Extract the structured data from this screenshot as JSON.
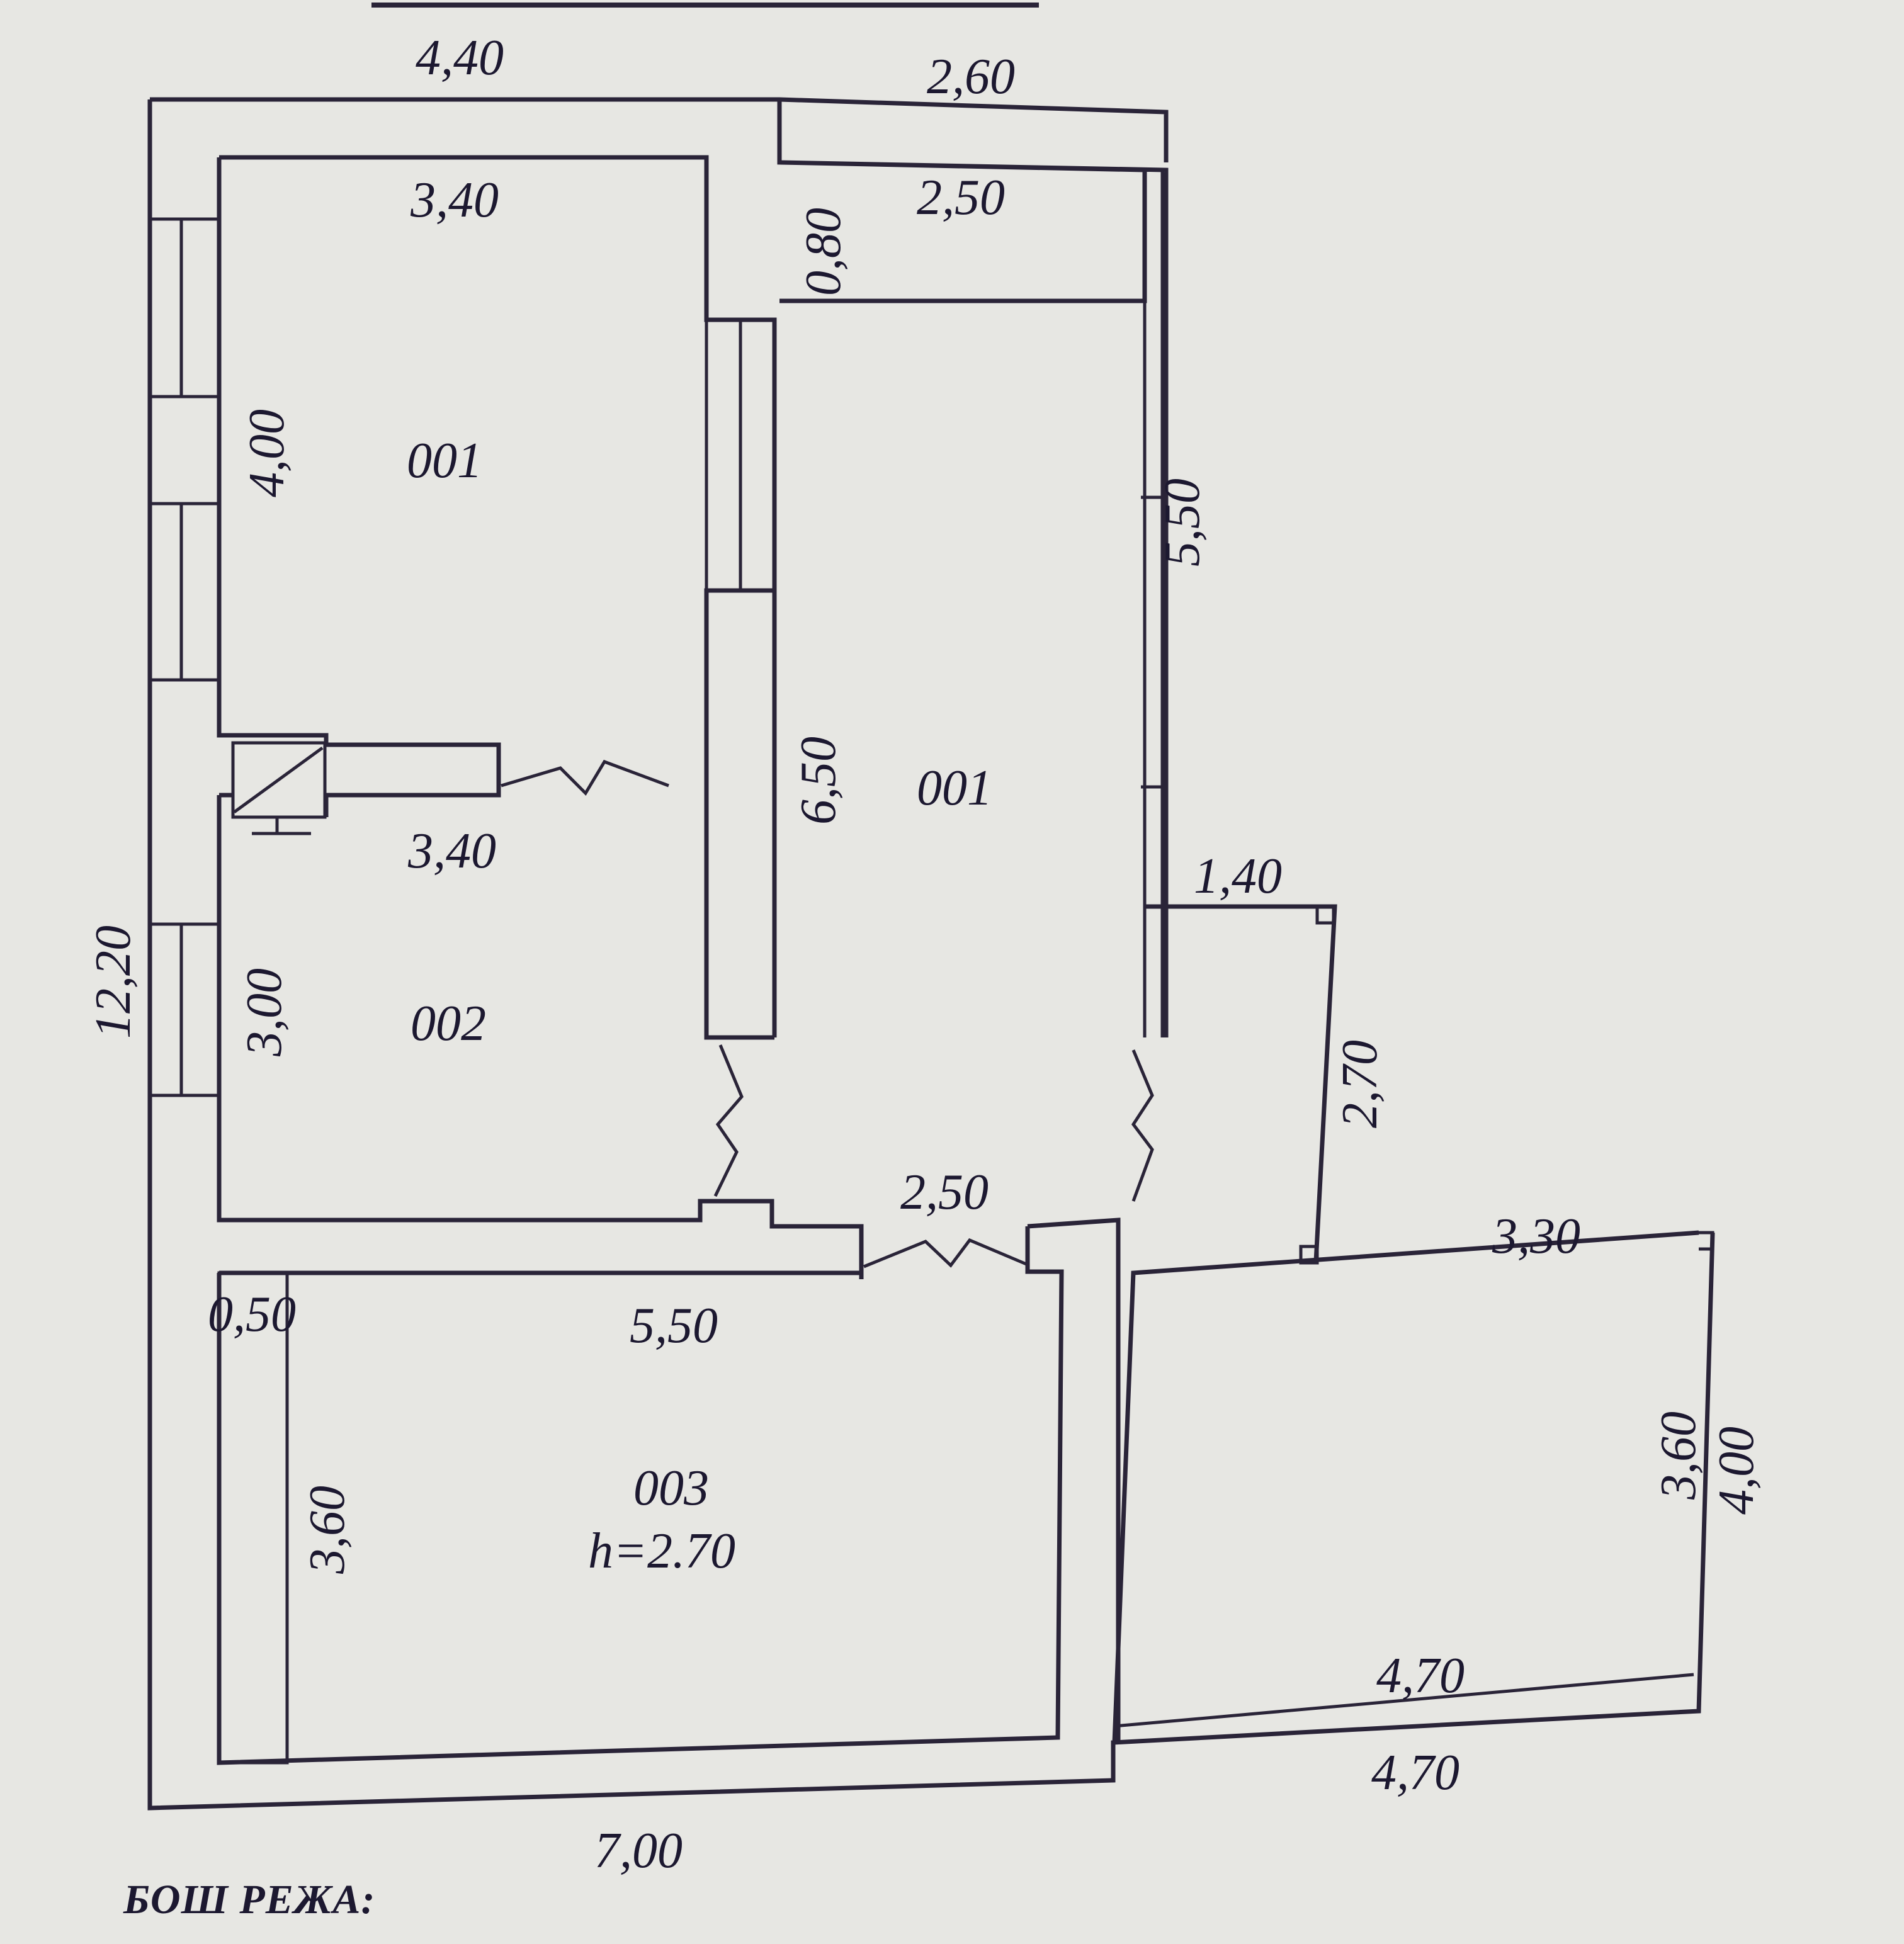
{
  "plan": {
    "rooms": [
      {
        "id": "room-001-left",
        "label": "001"
      },
      {
        "id": "room-001-right",
        "label": "001"
      },
      {
        "id": "room-002",
        "label": "002"
      },
      {
        "id": "room-003",
        "label": "003"
      },
      {
        "id": "room-003-height",
        "label": "h=2.70"
      }
    ],
    "dimensions": {
      "top_left_width": "4,40",
      "top_right_width": "2,60",
      "room1_top": "3,40",
      "corridor_top": "2,50",
      "corridor_depth": "0,80",
      "room1_height": "4,00",
      "room1_bottom": "3,40",
      "room2_height": "3,00",
      "total_height": "12,20",
      "partition_length": "6,50",
      "right_wall": "5,50",
      "closet_width": "1,40",
      "closet_height": "2,70",
      "door_width": "2,50",
      "room3_wall_offset": "0,50",
      "room3_width": "5,50",
      "room3_height": "3,60",
      "balcony_top": "3,30",
      "balcony_inner_height": "3,60",
      "balcony_outer_height": "4,00",
      "balcony_inner_bottom": "4,70",
      "balcony_outer_bottom": "4,70",
      "bottom_width": "7,00"
    }
  },
  "caption": "БОШ РЕЖА:"
}
